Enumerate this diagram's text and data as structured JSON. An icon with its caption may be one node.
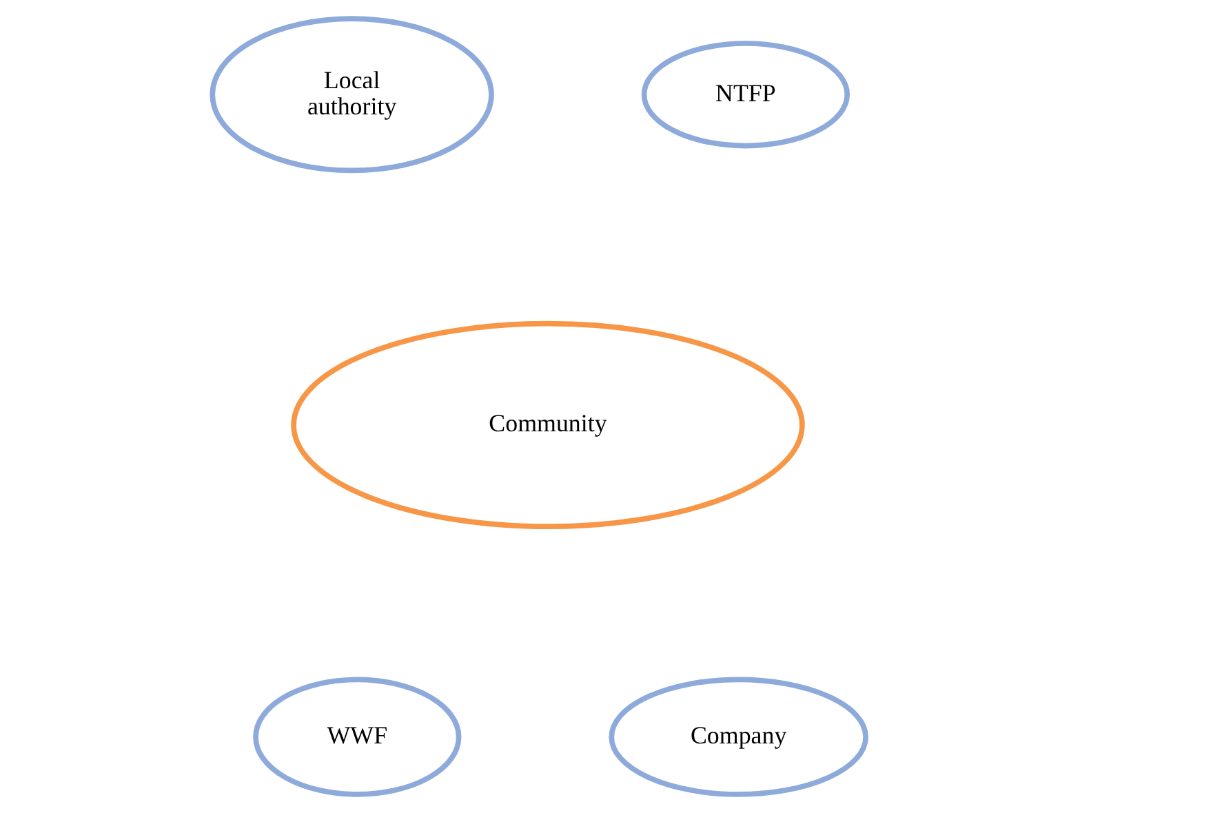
{
  "diagram": {
    "nodes": [
      {
        "text": [
          "Local authority"
        ]
      },
      {
        "text": [
          "NTFP"
        ]
      },
      {
        "text": [
          "Community"
        ]
      },
      {
        "text": [
          "WWF"
        ]
      },
      {
        "text": [
          "Company"
        ]
      }
    ],
    "edges": []
  }
}
